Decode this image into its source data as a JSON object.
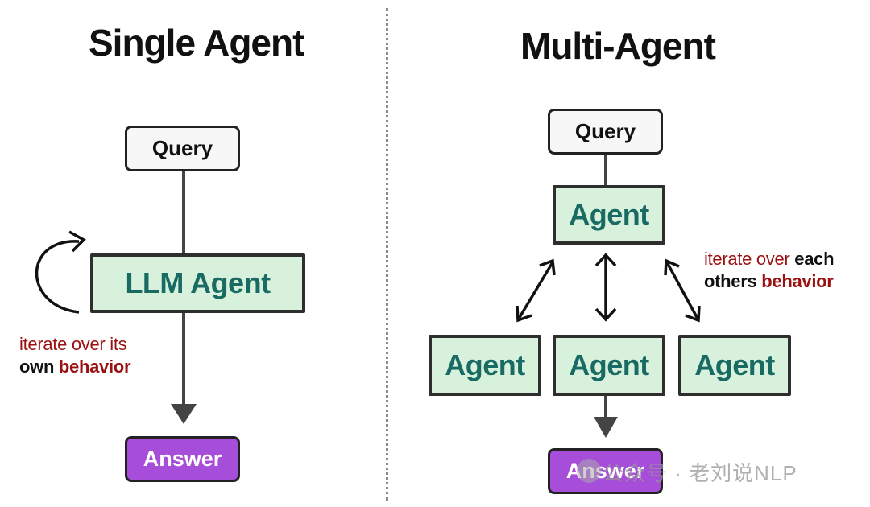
{
  "left": {
    "title": "Single Agent",
    "query": "Query",
    "agent": "LLM Agent",
    "answer": "Answer",
    "note_line1": "iterate over its",
    "note_own": "own",
    "note_behavior": "behavior"
  },
  "right": {
    "title": "Multi-Agent",
    "query": "Query",
    "top_agent": "Agent",
    "agents": [
      "Agent",
      "Agent",
      "Agent"
    ],
    "answer": "Answer",
    "note_iterate": "iterate over",
    "note_each": "each",
    "note_others": "others",
    "note_behavior": "behavior"
  },
  "watermark": "公众号 · 老刘说NLP",
  "colors": {
    "agent_fill": "#d8f1dc",
    "agent_text": "#186a63",
    "answer_fill": "#a64ed9",
    "note_red": "#9b1111"
  }
}
